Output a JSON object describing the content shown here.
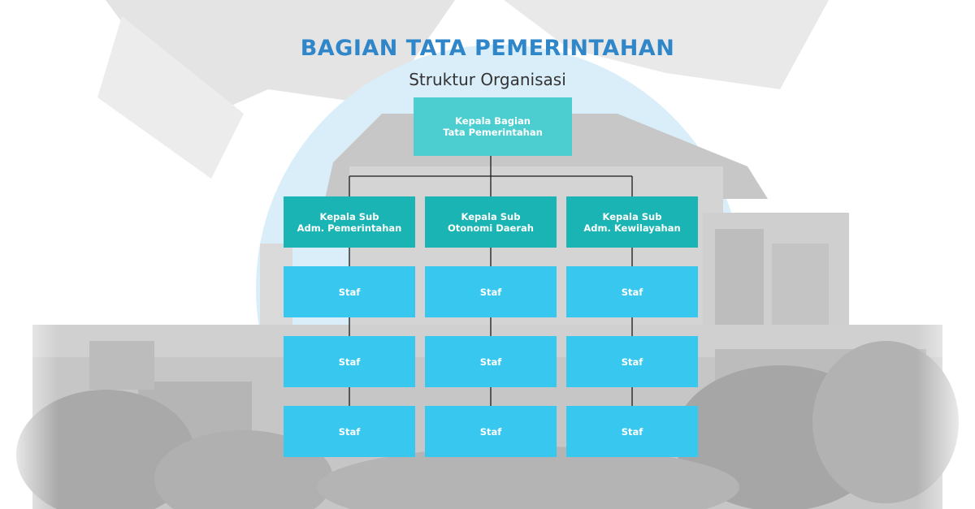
{
  "title": "BAGIAN TATA PEMERINTAHAN",
  "subtitle": "Struktur Organisasi",
  "head": {
    "line1": "Kepala Bagian",
    "line2": "Tata Pemerintahan"
  },
  "subdivisions": [
    {
      "line1": "Kepala Sub",
      "line2": "Adm. Pemerintahan",
      "staff": [
        "Staf",
        "Staf",
        "Staf"
      ]
    },
    {
      "line1": "Kepala Sub",
      "line2": "Otonomi Daerah",
      "staff": [
        "Staf",
        "Staf",
        "Staf"
      ]
    },
    {
      "line1": "Kepala Sub",
      "line2": "Adm. Kewilayahan",
      "staff": [
        "Staf",
        "Staf",
        "Staf"
      ]
    }
  ],
  "colors": {
    "title": "#2f86c9",
    "head_box": "#4ccdd0",
    "sub_box": "#1bb4b4",
    "staff_box": "#38c8ef",
    "circle": "#d9eef9",
    "connector": "#1a1a1a"
  }
}
